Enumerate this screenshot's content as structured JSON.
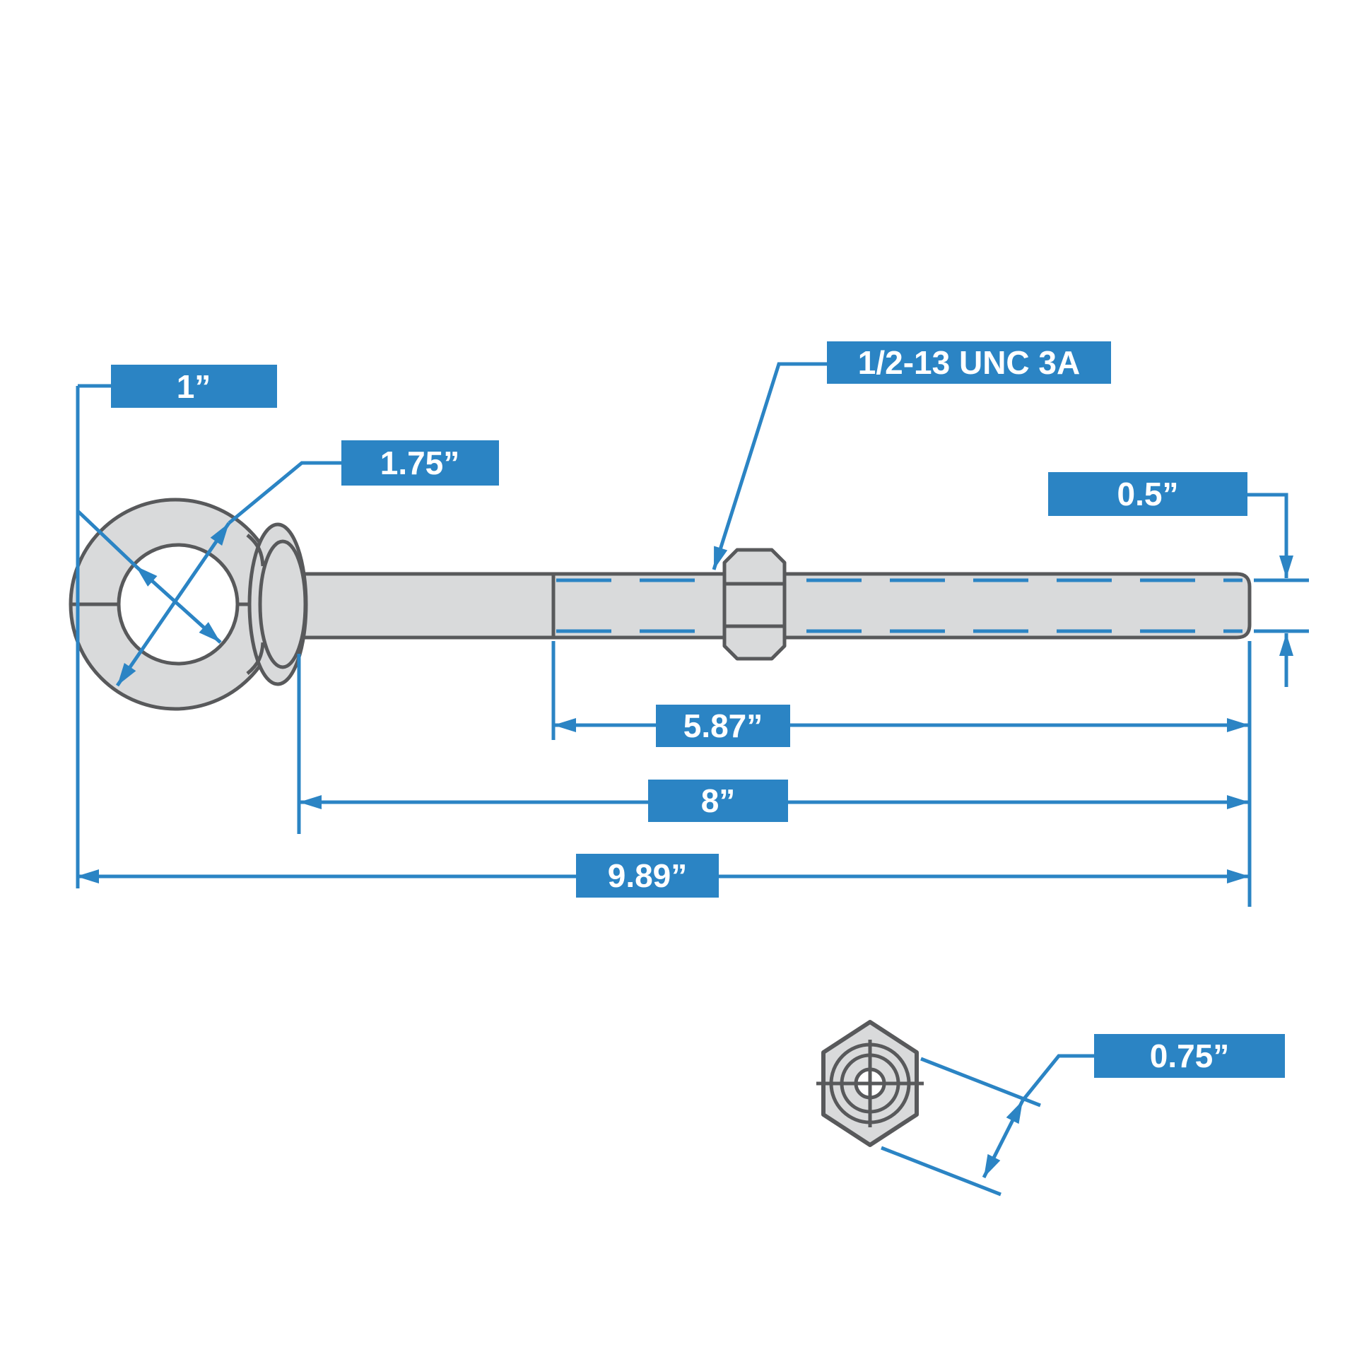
{
  "page": {
    "background": "#ffffff",
    "description": "Technical dimension diagram of a shoulder eye bolt with hex nut, side view and nut end view"
  },
  "colors": {
    "accent_blue": "#2b84c4",
    "outline_gray": "#58595b",
    "part_fill_gray": "#d9dadb",
    "label_text": "#ffffff"
  },
  "diagram": {
    "part_name": "eye bolt with hex nut",
    "units": "inches",
    "labels": {
      "eye_inner_diameter": "1”",
      "eye_outer_diameter": "1.75”",
      "thread_spec": "1/2-13 UNC 3A",
      "shank_diameter": "0.5”",
      "thread_length": "5.87”",
      "shank_length": "8”",
      "overall_length": "9.89”",
      "nut_width_across_flats": "0.75”"
    }
  }
}
